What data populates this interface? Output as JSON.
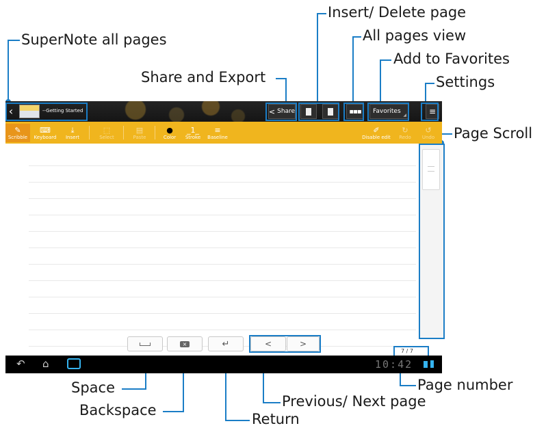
{
  "callouts": {
    "supernote_all_pages": "SuperNote all pages",
    "insert_delete_page": "Insert/ Delete page",
    "all_pages_view": "All pages view",
    "add_to_favorites": "Add to Favorites",
    "share_and_export": "Share and Export",
    "settings": "Settings",
    "page_scroll": "Page Scroll",
    "space": "Space",
    "backspace": "Backspace",
    "previous_next_page": "Previous/ Next page",
    "return": "Return",
    "page_number": "Page number"
  },
  "topbar": {
    "back_glyph": "‹",
    "notebook_title": "--Getting Started",
    "share_label": "Share",
    "favorites_label": "Favorites"
  },
  "toolbar": {
    "scribble": "Scribble",
    "keyboard": "Keyboard",
    "insert": "Insert",
    "select": "Select",
    "paste": "Paste",
    "color": "Color",
    "stroke": "Stroke",
    "baseline": "Baseline",
    "disable_edit": "Disable edit",
    "redo": "Redo",
    "undo": "Undo"
  },
  "editor": {
    "prev_label": "<",
    "next_label": ">",
    "page_indicator": "7 / 7"
  },
  "statusbar": {
    "time": "10:42"
  },
  "colors": {
    "accent": "#1a7dc6",
    "toolbar": "#f0b51e",
    "topbar": "#1d1d1d"
  }
}
